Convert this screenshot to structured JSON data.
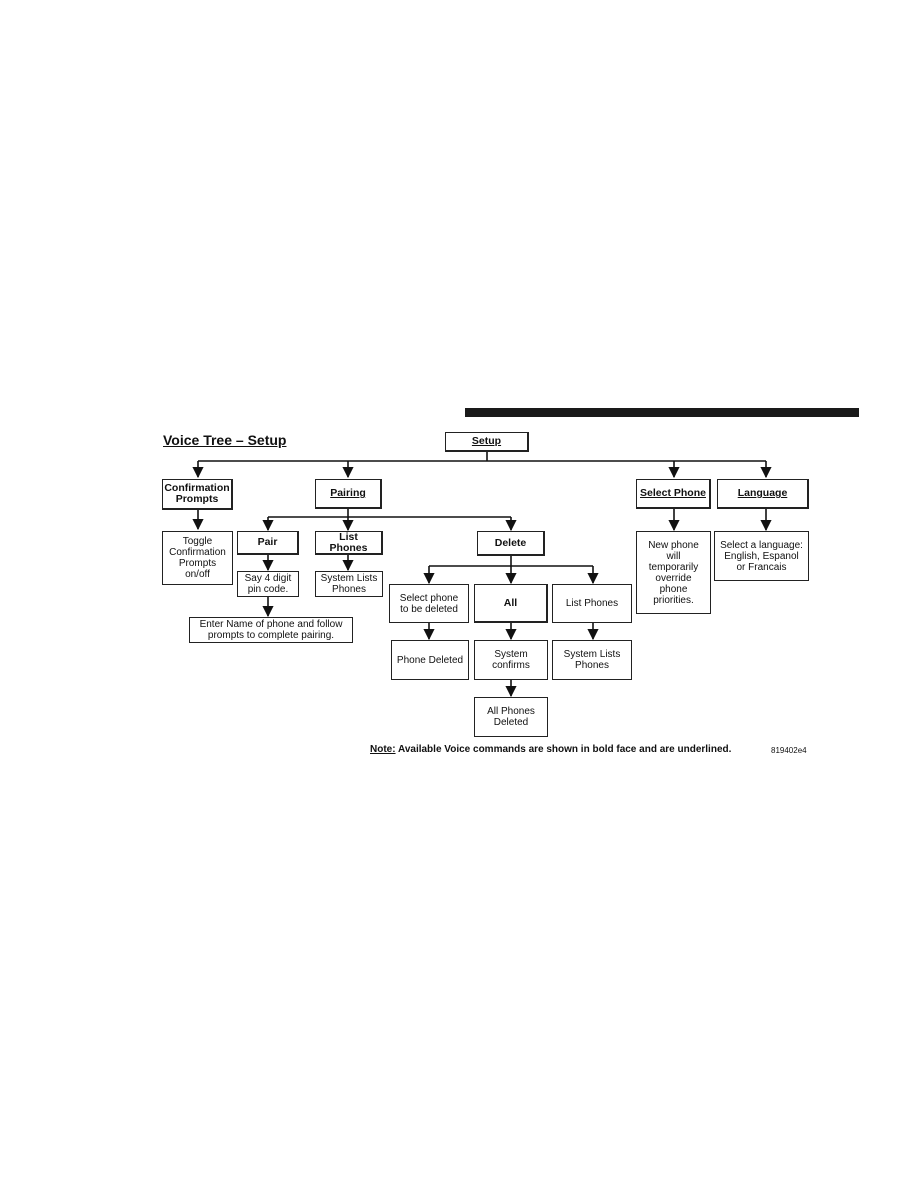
{
  "title": "Voice Tree – Setup",
  "nodes": {
    "setup": "Setup",
    "confirmation_prompts": "Confirmation\nPrompts",
    "pairing": "Pairing",
    "select_phone": "Select Phone",
    "language": "Language",
    "toggle": "Toggle\nConfirmation\nPrompts\non/off",
    "pair": "Pair",
    "list_phones_1": "List Phones",
    "delete": "Delete",
    "new_phone": "New phone\nwill\ntemporarily\noverride\nphone\npriorities.",
    "select_language": "Select a language:\nEnglish, Espanol\nor Francais",
    "say_pin": "Say 4 digit\npin code.",
    "system_lists_phones_1": "System Lists\nPhones",
    "enter_name": "Enter Name of phone and follow\nprompts to complete pairing.",
    "select_phone_delete": "Select phone\nto be deleted",
    "all": "All",
    "list_phones_2": "List Phones",
    "phone_deleted": "Phone Deleted",
    "system_confirms": "System\nconfirms",
    "system_lists_phones_2": "System Lists\nPhones",
    "all_phones_deleted": "All Phones\nDeleted"
  },
  "note": {
    "label": "Note:",
    "text": " Available Voice commands are shown in bold face and are underlined."
  },
  "figure_code": "819402e4"
}
